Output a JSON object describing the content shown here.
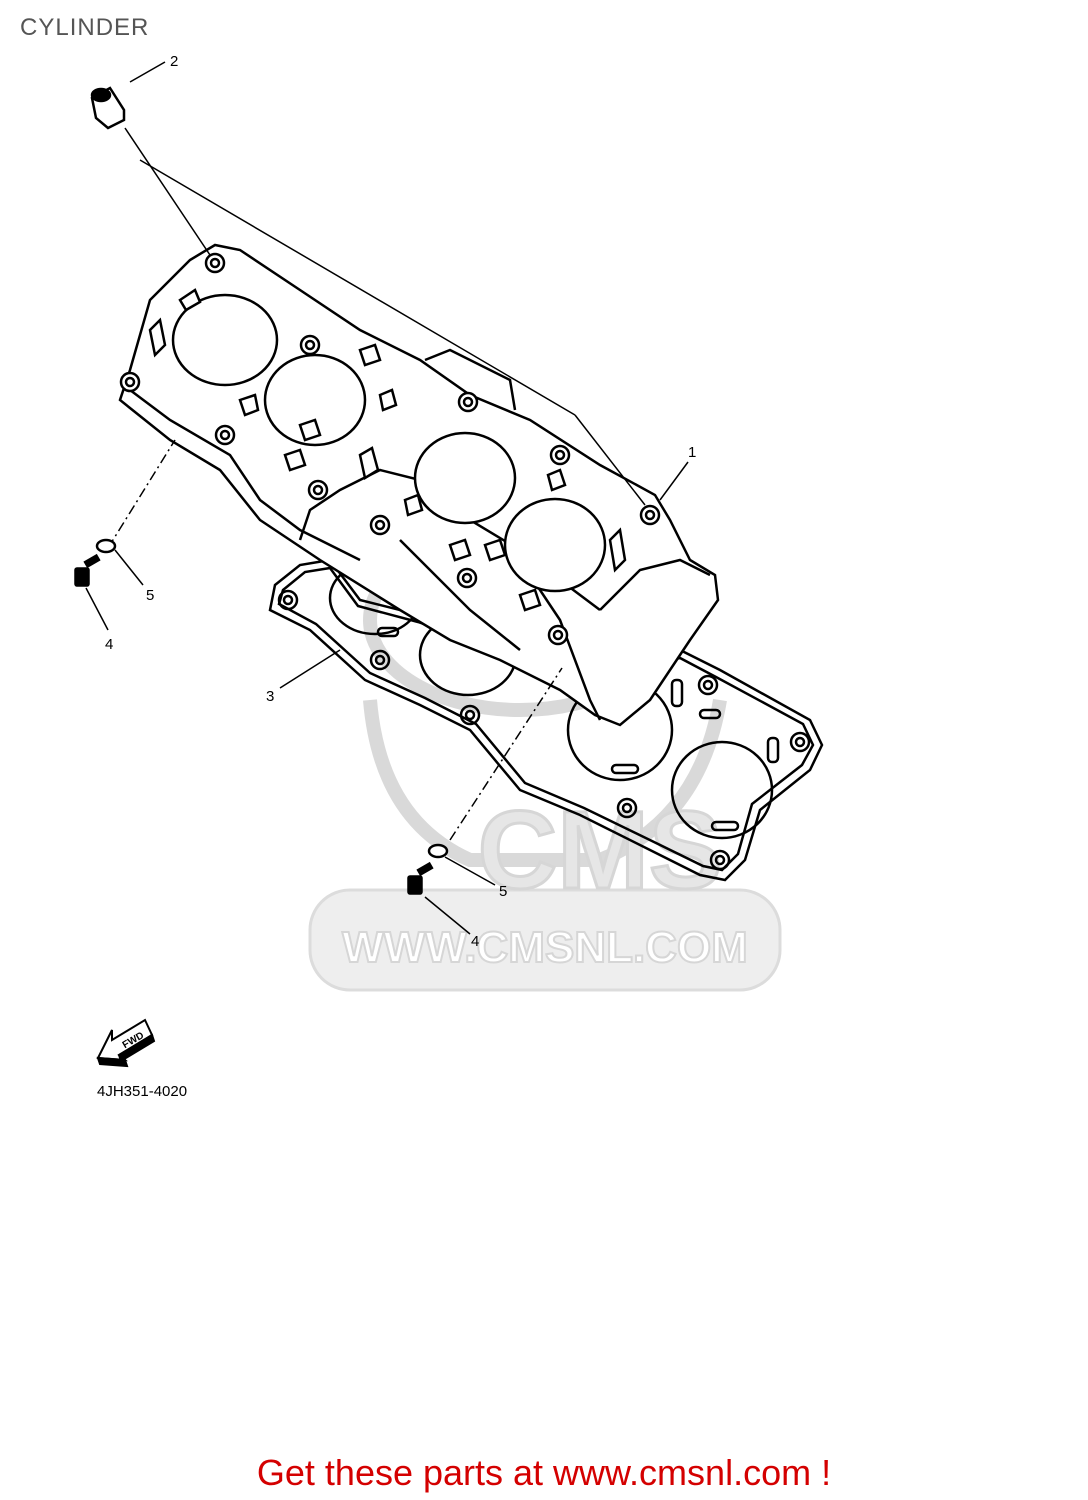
{
  "title": "CYLINDER",
  "diagram_code": "4JH351-4020",
  "fwd_label": "FWD",
  "watermark": {
    "logo": "CMS",
    "url": "WWW.CMSNL.COM"
  },
  "callouts": [
    {
      "id": "c1",
      "label": "1"
    },
    {
      "id": "c2",
      "label": "2"
    },
    {
      "id": "c3",
      "label": "3"
    },
    {
      "id": "c4a",
      "label": "4"
    },
    {
      "id": "c4b",
      "label": "4"
    },
    {
      "id": "c5a",
      "label": "5"
    },
    {
      "id": "c5b",
      "label": "5"
    }
  ],
  "footer": {
    "text": "Get these parts at www.cmsnl.com !"
  },
  "colors": {
    "footer": "#d40000",
    "title": "#555555",
    "watermark": "#e6e6e6"
  }
}
